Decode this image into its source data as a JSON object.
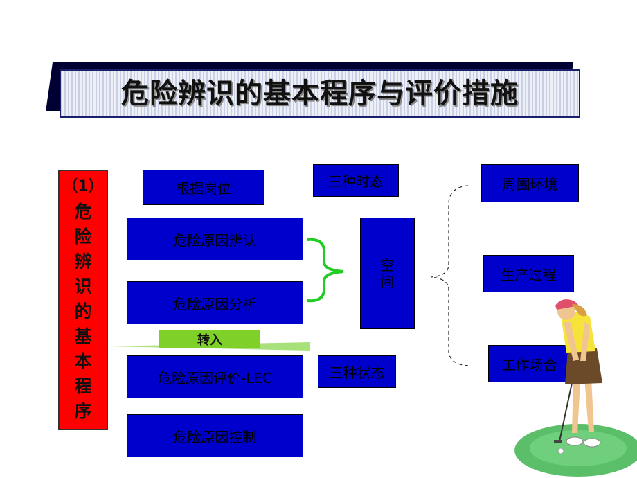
{
  "title": "危险辨识的基本程序与评价措施",
  "side_label": {
    "num": "（1）",
    "chars": [
      "危",
      "险",
      "辨",
      "识",
      "的",
      "基",
      "本",
      "程",
      "序"
    ]
  },
  "boxes": {
    "by_post": "根据岗位",
    "identify": "危险原因辨认",
    "analyze": "危险原因分析",
    "evaluate": "危险原因评价-LEC",
    "control": "危险原因控制",
    "three_tenses": "三种时态",
    "three_states": "三种状态",
    "space_1": "空",
    "space_2": "间",
    "surroundings": "周围环境",
    "production": "生产过程",
    "workplace": "工作场合"
  },
  "arrow_label": "转入",
  "colors": {
    "box_blue": "#0000cc",
    "label_red": "#ff0000",
    "brace_green": "#22cc22",
    "arrow_green": "#7fd12a"
  }
}
